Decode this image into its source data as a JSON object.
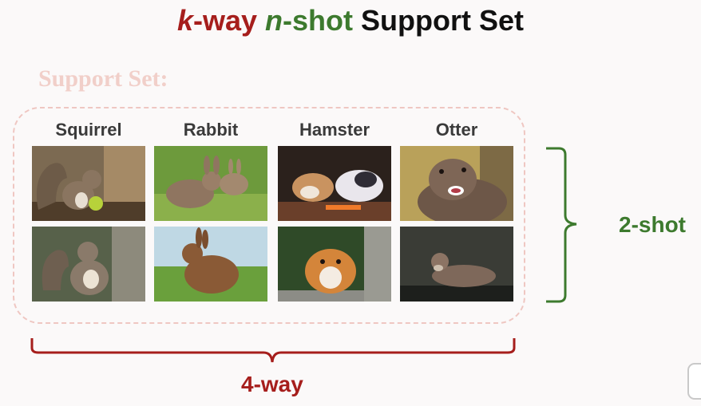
{
  "title": {
    "k": "k",
    "way": "-way",
    "n": "n",
    "shot": "-shot",
    "rest": "Support Set"
  },
  "support_label": "Support Set:",
  "classes": [
    "Squirrel",
    "Rabbit",
    "Hamster",
    "Otter"
  ],
  "shot_label": "2-shot",
  "way_label": "4-way",
  "colors": {
    "way": "#a61e1c",
    "shot": "#3d7a2e",
    "support": "#f1cfc9",
    "box_border": "#efc7c2"
  }
}
